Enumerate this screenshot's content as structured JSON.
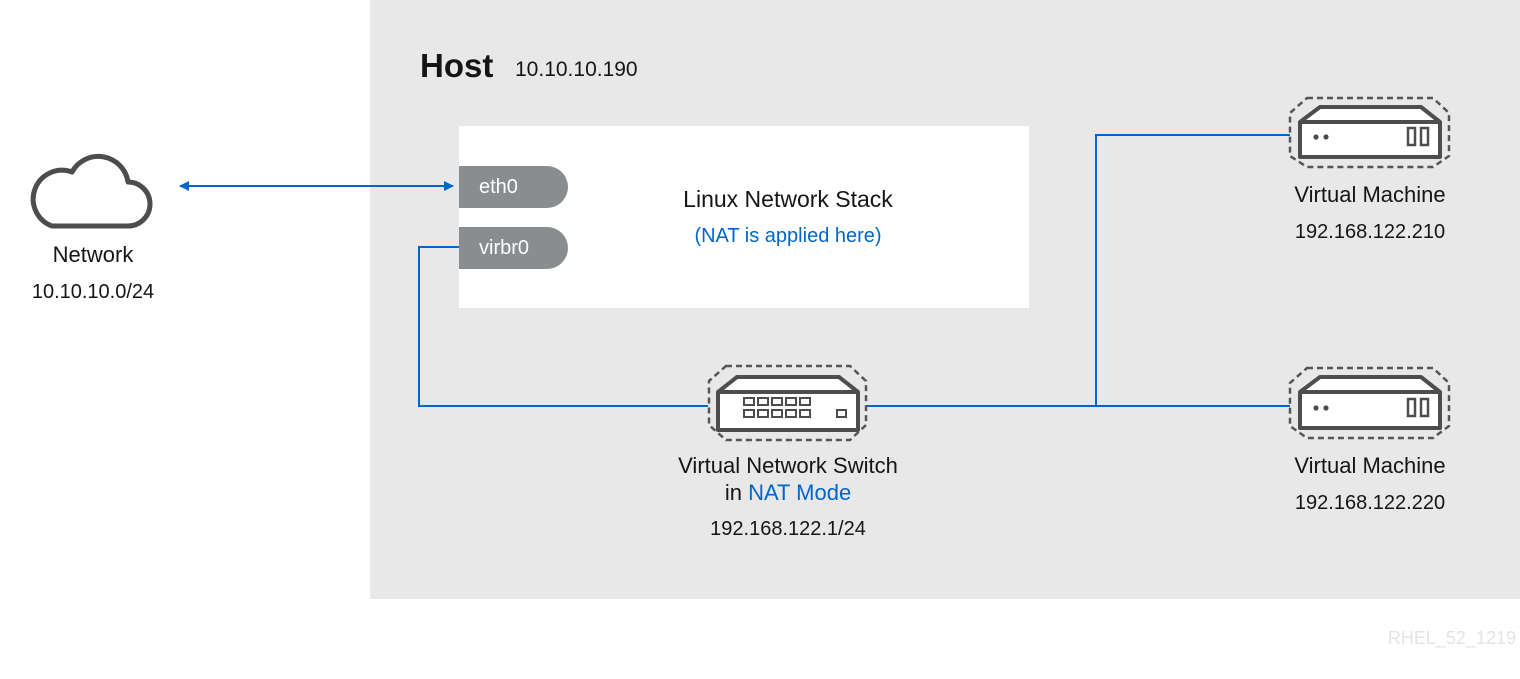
{
  "host": {
    "title": "Host",
    "ip": "10.10.10.190"
  },
  "network_stack": {
    "title": "Linux Network Stack",
    "note": "(NAT is applied here)"
  },
  "interfaces": {
    "eth0": "eth0",
    "virbr0": "virbr0"
  },
  "external_network": {
    "label": "Network",
    "ip": "10.10.10.0/24"
  },
  "switch": {
    "label_line1": "Virtual Network Switch",
    "label_prefix": "in ",
    "label_mode": "NAT Mode",
    "ip": "192.168.122.1/24"
  },
  "vms": [
    {
      "label": "Virtual Machine",
      "ip": "192.168.122.210"
    },
    {
      "label": "Virtual Machine",
      "ip": "192.168.122.220"
    }
  ],
  "figure_code": "RHEL_52_1219",
  "colors": {
    "accent": "#0066cc",
    "host_bg": "#e8e8e8",
    "interface": "#8a8d90",
    "icon": "#4d4d4d"
  }
}
